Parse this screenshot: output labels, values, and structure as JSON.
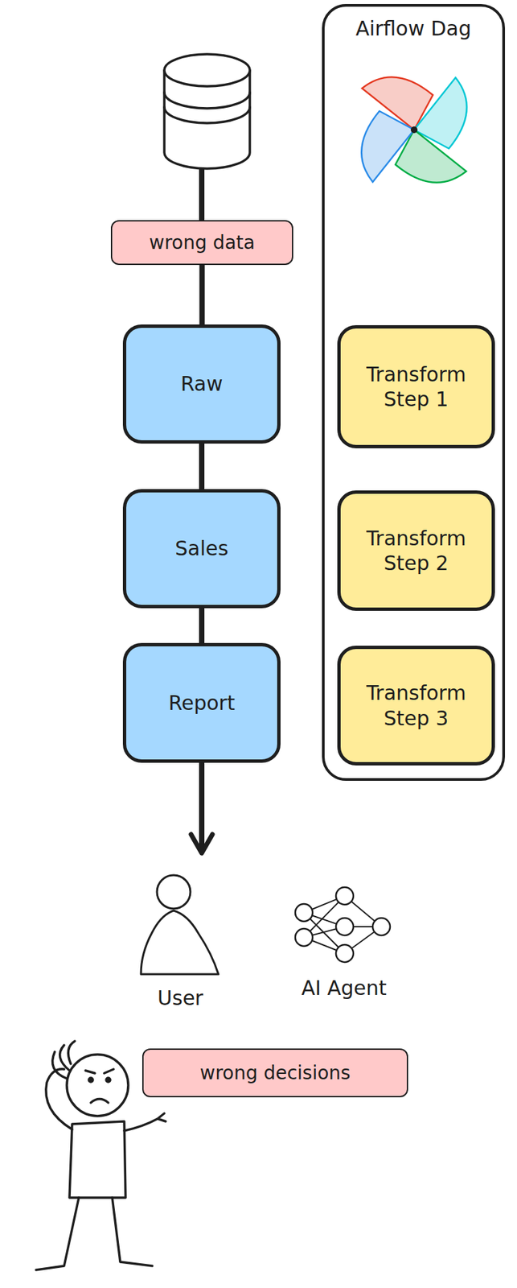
{
  "diagram": {
    "nodes": [
      {
        "text": [
          "Airflow Dag"
        ]
      },
      {
        "text": [
          "wrong data"
        ]
      },
      {
        "text": [
          "Raw"
        ]
      },
      {
        "text": [
          "Transform Step 1"
        ],
        "in": 0
      },
      {
        "text": [
          "Sales"
        ]
      },
      {
        "text": [
          "Transform Step 2"
        ],
        "in": 0
      },
      {
        "text": [
          "Report"
        ]
      },
      {
        "text": [
          "Transform Step 3"
        ],
        "in": 0
      },
      {
        "text": [
          "User"
        ]
      },
      {
        "text": [
          "AI Agent"
        ]
      },
      {
        "text": [
          "wrong decisions"
        ]
      }
    ],
    "edges": [
      {
        "from": 1,
        "to": 2,
        "arrow": "none"
      },
      {
        "from": 2,
        "to": 4,
        "arrow": "none"
      },
      {
        "from": 4,
        "to": 6,
        "arrow": "none"
      },
      {
        "from": 6,
        "to": 8,
        "arrow": "to"
      }
    ]
  }
}
